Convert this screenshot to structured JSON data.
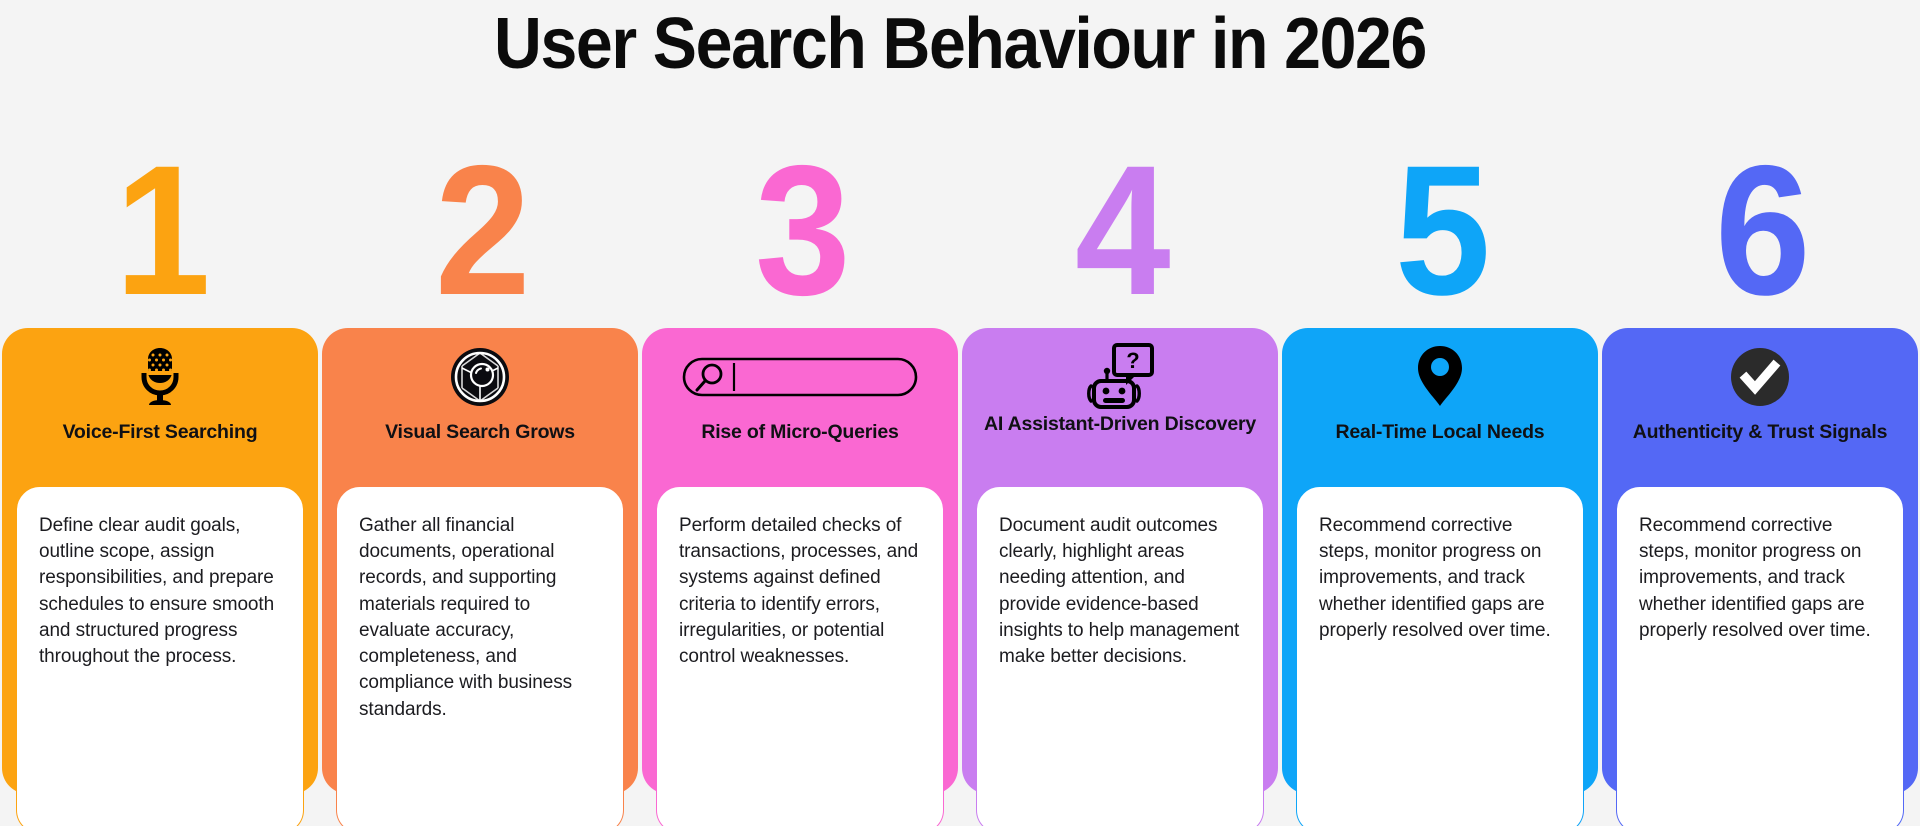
{
  "header": {
    "title": "User Search Behaviour in 2026"
  },
  "background_color": "#f4f4f4",
  "cards": [
    {
      "number": "1",
      "color": "#FCA311",
      "icon": "microphone-icon",
      "title": "Voice-First Searching",
      "body": "Define clear audit goals, outline scope, assign responsibilities, and prepare schedules to ensure smooth and structured progress throughout the process."
    },
    {
      "number": "2",
      "color": "#F9834B",
      "icon": "camera-aperture-icon",
      "title": "Visual Search Grows",
      "body": "Gather all financial documents, operational records, and supporting materials required to evaluate accuracy, completeness, and compliance with business standards."
    },
    {
      "number": "3",
      "color": "#FA68D2",
      "icon": "search-bar-icon",
      "title": "Rise of Micro-Queries",
      "body": "Perform detailed checks of transactions, processes, and systems against defined criteria to identify errors, irregularities, or potential control weaknesses."
    },
    {
      "number": "4",
      "color": "#C97DF0",
      "icon": "robot-question-icon",
      "title": "AI Assistant-Driven Discovery",
      "body": "Document audit outcomes clearly, highlight areas needing attention, and provide evidence-based insights to help management make better decisions."
    },
    {
      "number": "5",
      "color": "#0EA5F8",
      "icon": "location-pin-icon",
      "title": "Real-Time Local Needs",
      "body": "Recommend corrective steps, monitor progress on improvements, and track whether identified gaps are properly resolved over time."
    },
    {
      "number": "6",
      "color": "#5468F5",
      "icon": "check-circle-icon",
      "title": "Authenticity & Trust Signals",
      "body": "Recommend corrective steps, monitor progress on improvements, and track whether identified gaps are properly resolved over time."
    }
  ]
}
